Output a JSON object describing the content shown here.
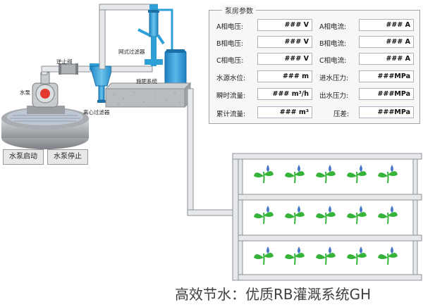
{
  "panel": {
    "title": "泵房参数",
    "fields": [
      {
        "label": "A相电压:",
        "value": "###  V"
      },
      {
        "label": "A相电流:",
        "value": "###  A"
      },
      {
        "label": "B相电压:",
        "value": "###  V"
      },
      {
        "label": "B相电流:",
        "value": "###  A"
      },
      {
        "label": "C相电压:",
        "value": "###  V"
      },
      {
        "label": "C相电流:",
        "value": "###  A"
      },
      {
        "label": "水源水位:",
        "value": "###  m"
      },
      {
        "label": "进水压力:",
        "value": "###MPa"
      },
      {
        "label": "瞬时流量:",
        "value": "### m³/h"
      },
      {
        "label": "出水压力:",
        "value": "###MPa"
      },
      {
        "label": "累计流量:",
        "value": "###  m³"
      },
      {
        "label": "压差:",
        "value": "###MPa"
      }
    ]
  },
  "controls": {
    "start_label": "水泵启动",
    "stop_label": "水泵停止"
  },
  "equipment": {
    "check_valve": "逆止阀",
    "pump": "水泵",
    "centrifugal_filter": "离心过滤器",
    "screen_filter": "网式过滤器",
    "fertilizer_system": "施肥系统"
  },
  "watermark": "高效节水：优质RB灌溉系统GH",
  "colors": {
    "pipe_fill": "#e6e8ea",
    "pipe_stroke": "#8c9298",
    "water_blue": "#2f9fd8",
    "plant_green": "#36b43a",
    "drop_blue": "#4a78c8"
  }
}
